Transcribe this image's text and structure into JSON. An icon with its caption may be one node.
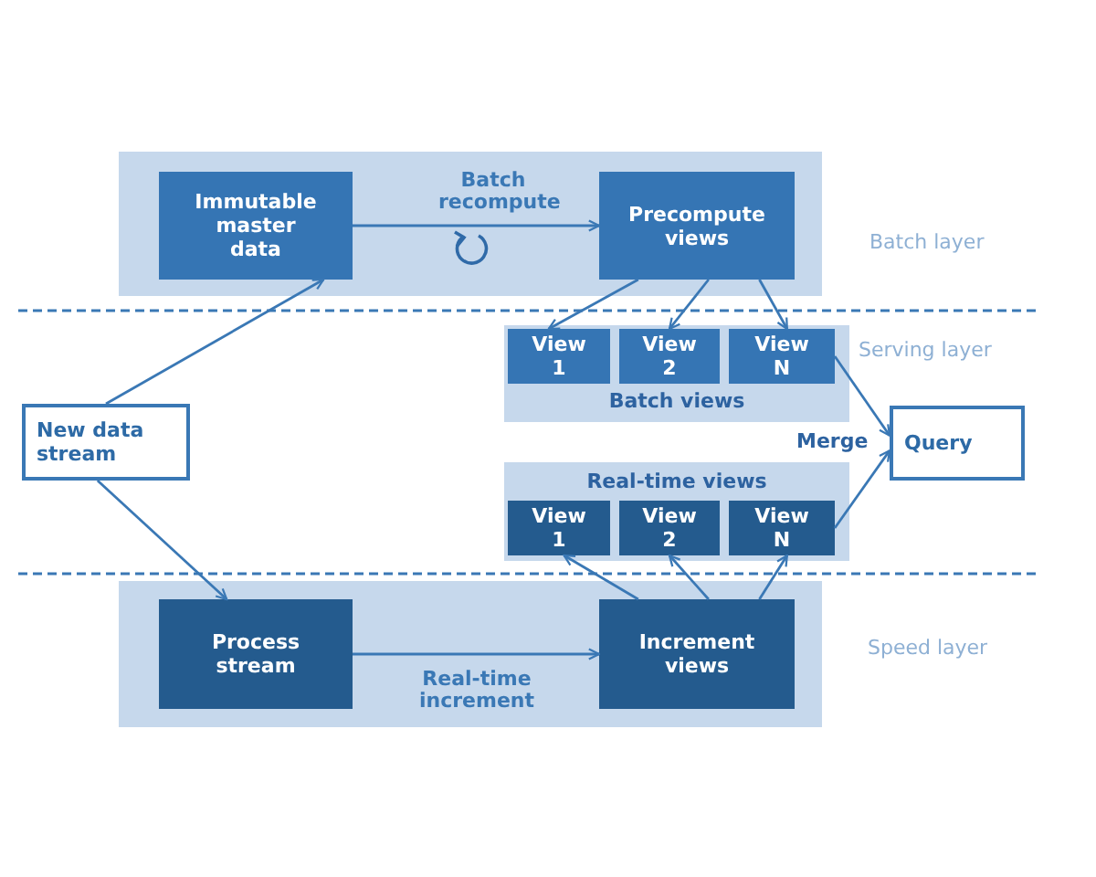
{
  "diagram": {
    "nodes": [
      {
        "text": [],
        "shape": "box"
      },
      {
        "text": [
          "Immutable master data"
        ],
        "in": 0
      },
      {
        "text": [
          "Precompute views"
        ],
        "in": 0
      },
      {
        "text": [
          "Batch views"
        ]
      },
      {
        "text": [
          "View 1"
        ],
        "in": 3
      },
      {
        "text": [
          "View 2"
        ],
        "in": 3
      },
      {
        "text": [
          "View N"
        ],
        "in": 3
      },
      {
        "text": [
          "New data stream"
        ]
      },
      {
        "text": [
          "Query"
        ]
      },
      {
        "text": [
          "Real-time views"
        ]
      },
      {
        "text": [
          "View 1"
        ],
        "in": 9
      },
      {
        "text": [
          "View 2"
        ],
        "in": 9
      },
      {
        "text": [
          "View N"
        ],
        "in": 9
      },
      {
        "text": [],
        "shape": "box"
      },
      {
        "text": [
          "Process stream"
        ],
        "in": 13
      },
      {
        "text": [
          "Increment views"
        ],
        "in": 13
      }
    ],
    "edges": [
      {
        "from": 7,
        "to": 1,
        "arrow": "to"
      },
      {
        "from": 1,
        "to": 2,
        "arrow": "to",
        "label": "Batch recompute"
      },
      {
        "from": 2,
        "to": 4,
        "arrow": "to"
      },
      {
        "from": 2,
        "to": 5,
        "arrow": "to"
      },
      {
        "from": 2,
        "to": 6,
        "arrow": "to"
      },
      {
        "from": 6,
        "to": 8,
        "arrow": "to"
      },
      {
        "from": 12,
        "to": 8,
        "arrow": "to"
      },
      {
        "from": 7,
        "to": 14,
        "arrow": "to"
      },
      {
        "from": 14,
        "to": 15,
        "arrow": "to",
        "label": "Real-time increment"
      },
      {
        "from": 15,
        "to": 10,
        "arrow": "to"
      },
      {
        "from": 15,
        "to": 11,
        "arrow": "to"
      },
      {
        "from": 15,
        "to": 12,
        "arrow": "to"
      }
    ],
    "labels": [
      "Batch layer",
      "Serving layer",
      "Merge",
      "Speed layer"
    ]
  }
}
